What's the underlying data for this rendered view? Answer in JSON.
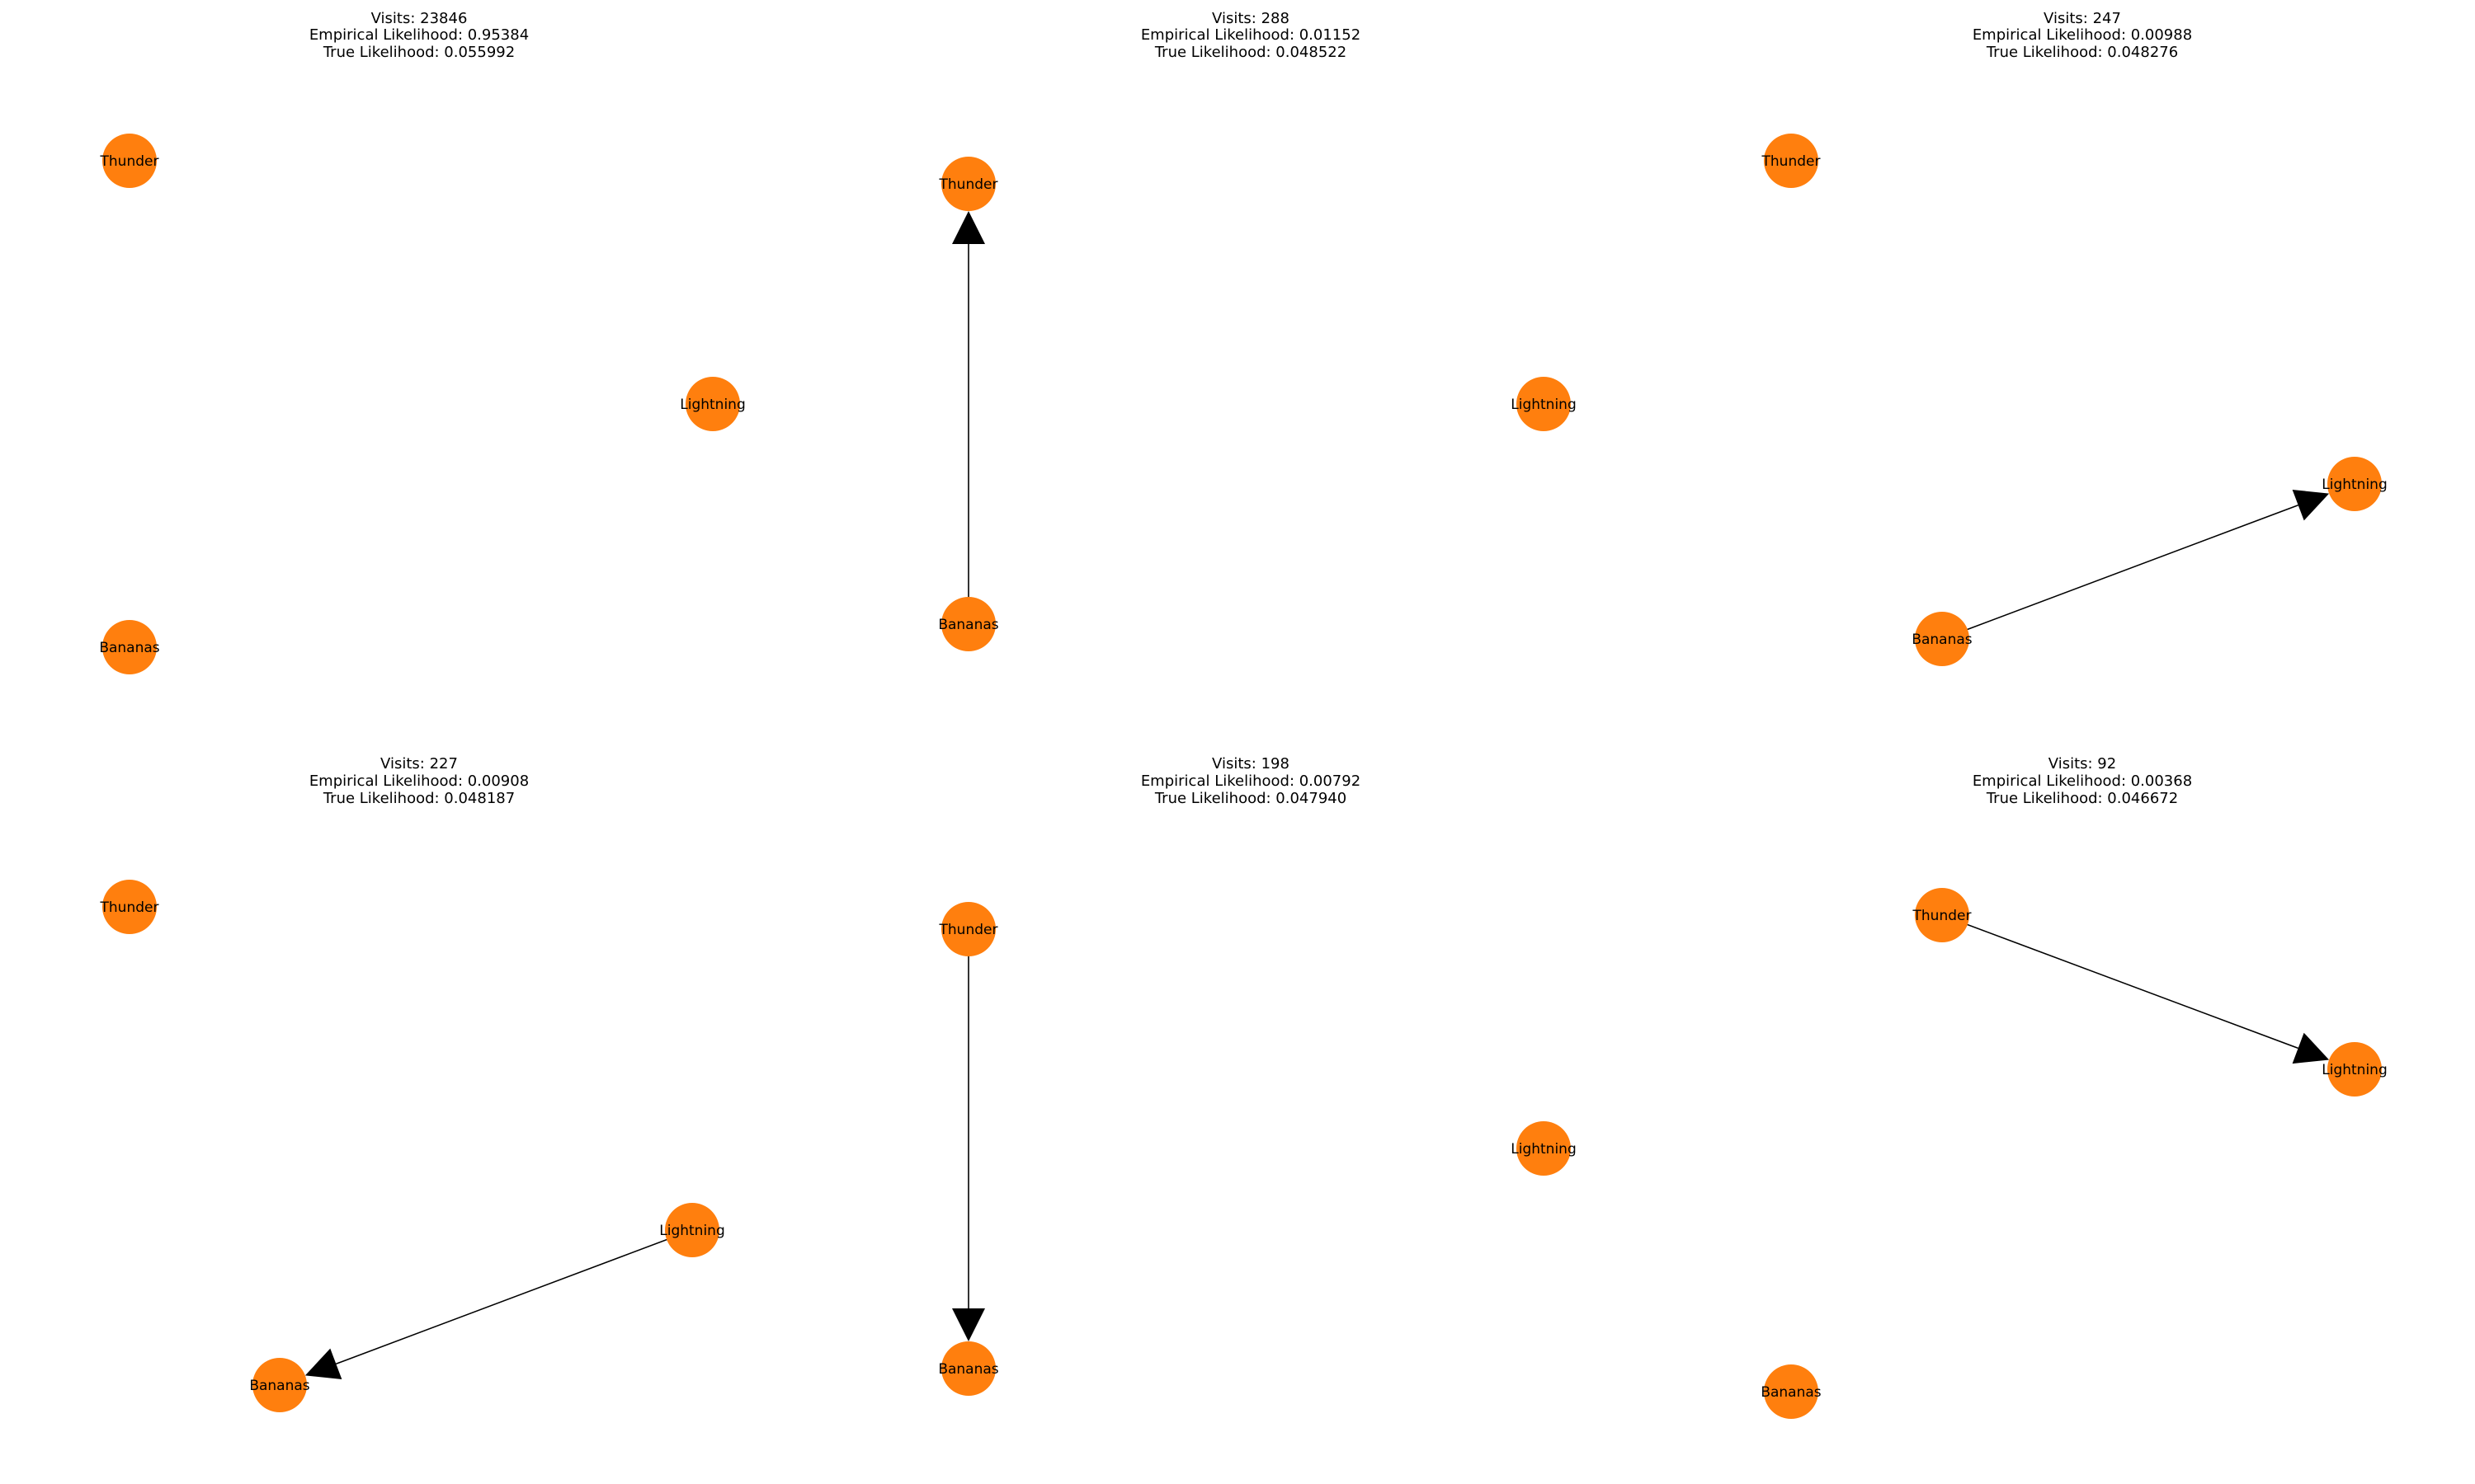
{
  "colors": {
    "node": "#ff7f0e",
    "edge": "#000000",
    "background": "#ffffff"
  },
  "panels": [
    {
      "id": "p1",
      "title": {
        "visits": "Visits: 23846",
        "empirical": "Empirical Likelihood: 0.95384",
        "true": "True Likelihood: 0.055992"
      },
      "nodes": [
        {
          "id": "thunder",
          "label": "Thunder"
        },
        {
          "id": "lightning",
          "label": "Lightning"
        },
        {
          "id": "bananas",
          "label": "Bananas"
        }
      ],
      "edges": []
    },
    {
      "id": "p2",
      "title": {
        "visits": "Visits: 288",
        "empirical": "Empirical Likelihood: 0.01152",
        "true": "True Likelihood: 0.048522"
      },
      "nodes": [
        {
          "id": "thunder",
          "label": "Thunder"
        },
        {
          "id": "lightning",
          "label": "Lightning"
        },
        {
          "id": "bananas",
          "label": "Bananas"
        }
      ],
      "edges": [
        {
          "from": "bananas",
          "to": "thunder"
        }
      ]
    },
    {
      "id": "p3",
      "title": {
        "visits": "Visits: 247",
        "empirical": "Empirical Likelihood: 0.00988",
        "true": "True Likelihood: 0.048276"
      },
      "nodes": [
        {
          "id": "thunder",
          "label": "Thunder"
        },
        {
          "id": "lightning",
          "label": "Lightning"
        },
        {
          "id": "bananas",
          "label": "Bananas"
        }
      ],
      "edges": [
        {
          "from": "bananas",
          "to": "lightning"
        }
      ]
    },
    {
      "id": "p4",
      "title": {
        "visits": "Visits: 227",
        "empirical": "Empirical Likelihood: 0.00908",
        "true": "True Likelihood: 0.048187"
      },
      "nodes": [
        {
          "id": "thunder",
          "label": "Thunder"
        },
        {
          "id": "lightning",
          "label": "Lightning"
        },
        {
          "id": "bananas",
          "label": "Bananas"
        }
      ],
      "edges": [
        {
          "from": "lightning",
          "to": "bananas"
        }
      ]
    },
    {
      "id": "p5",
      "title": {
        "visits": "Visits: 198",
        "empirical": "Empirical Likelihood: 0.00792",
        "true": "True Likelihood: 0.047940"
      },
      "nodes": [
        {
          "id": "thunder",
          "label": "Thunder"
        },
        {
          "id": "lightning",
          "label": "Lightning"
        },
        {
          "id": "bananas",
          "label": "Bananas"
        }
      ],
      "edges": [
        {
          "from": "thunder",
          "to": "bananas"
        }
      ]
    },
    {
      "id": "p6",
      "title": {
        "visits": "Visits: 92",
        "empirical": "Empirical Likelihood: 0.00368",
        "true": "True Likelihood: 0.046672"
      },
      "nodes": [
        {
          "id": "thunder",
          "label": "Thunder"
        },
        {
          "id": "lightning",
          "label": "Lightning"
        },
        {
          "id": "bananas",
          "label": "Bananas"
        }
      ],
      "edges": [
        {
          "from": "thunder",
          "to": "lightning"
        }
      ]
    }
  ]
}
